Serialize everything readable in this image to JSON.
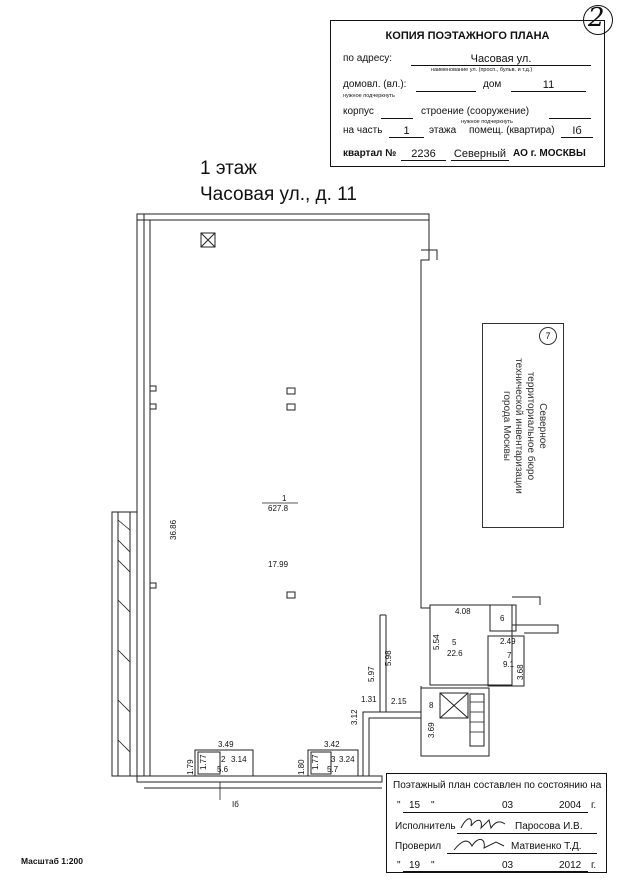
{
  "corner_number": "2",
  "stamp": {
    "title": "КОПИЯ ПОЭТАЖНОГО ПЛАНА",
    "address_label": "по адресу:",
    "street": "Часовая ул.",
    "street_hint": "наименование ул. (просп., бульв. и т.д.)",
    "domovl_label": "домовл. (вл.):",
    "house_label": "дом",
    "house": "11",
    "need_hint_1": "нужное подчеркнуть",
    "korpus_label": "корпус",
    "stroenie_label": "строение (сооружение)",
    "need_hint_2": "нужное подчеркнуть",
    "part_label": "на часть",
    "floor": "1",
    "floor_label": "этажа",
    "room_label": "помещ. (квартира)",
    "room": "Iб",
    "kvartal_label": "квартал №",
    "kvartal": "2236",
    "okrug": "Северный",
    "city_label": "АО г. МОСКВЫ"
  },
  "header": {
    "floor_title": "1 этаж",
    "address": "Часовая ул., д. 11"
  },
  "plan": {
    "room1_no": "1",
    "room1_area": "627.8",
    "dim_length": "36.86",
    "dim_width": "17.99",
    "room5_len": "4.08",
    "room5_no": "5",
    "room5_area": "22.6",
    "room5_h": "5.54",
    "room6_no": "6",
    "room7_no": "7",
    "room7_area": "9.1",
    "room7_w": "2.49",
    "room7_h": "3.68",
    "room8_no": "8",
    "room8_h": "3.69",
    "dim_597": "5.97",
    "dim_598": "5.98",
    "dim_131": "1.31",
    "dim_215": "2.15",
    "dim_312": "3.12",
    "room2_w": "3.49",
    "room2_no": "2",
    "room2_area": "5.6",
    "room2_h": "3.14",
    "room2_side": "1.77",
    "dim_179": "1.79",
    "room3_w": "3.42",
    "room3_no": "3",
    "room3_area": "5.7",
    "room3_h": "3.24",
    "room3_side": "1.77",
    "dim_180": "1.80",
    "unit_label": "Iб"
  },
  "vertical_stamp": {
    "line1": "Северное",
    "line2": "территориальное бюро",
    "line3": "технической инвентаризации",
    "line4": "города Москвы",
    "number": "7"
  },
  "info": {
    "line1": "Поэтажный план составлен по состоянию на",
    "q1": "\"",
    "day1": "15",
    "q2": "\"",
    "month1": "03",
    "year1": "2004",
    "g1": "г.",
    "executor_label": "Исполнитель",
    "executor_name": "Паросова И.В.",
    "checked_label": "Проверил",
    "checker_name": "Матвиенко Т.Д.",
    "q3": "\"",
    "day2": "19",
    "q4": "\"",
    "month2": "03",
    "year2": "2012",
    "g2": "г."
  },
  "scale": "Масштаб 1:200"
}
